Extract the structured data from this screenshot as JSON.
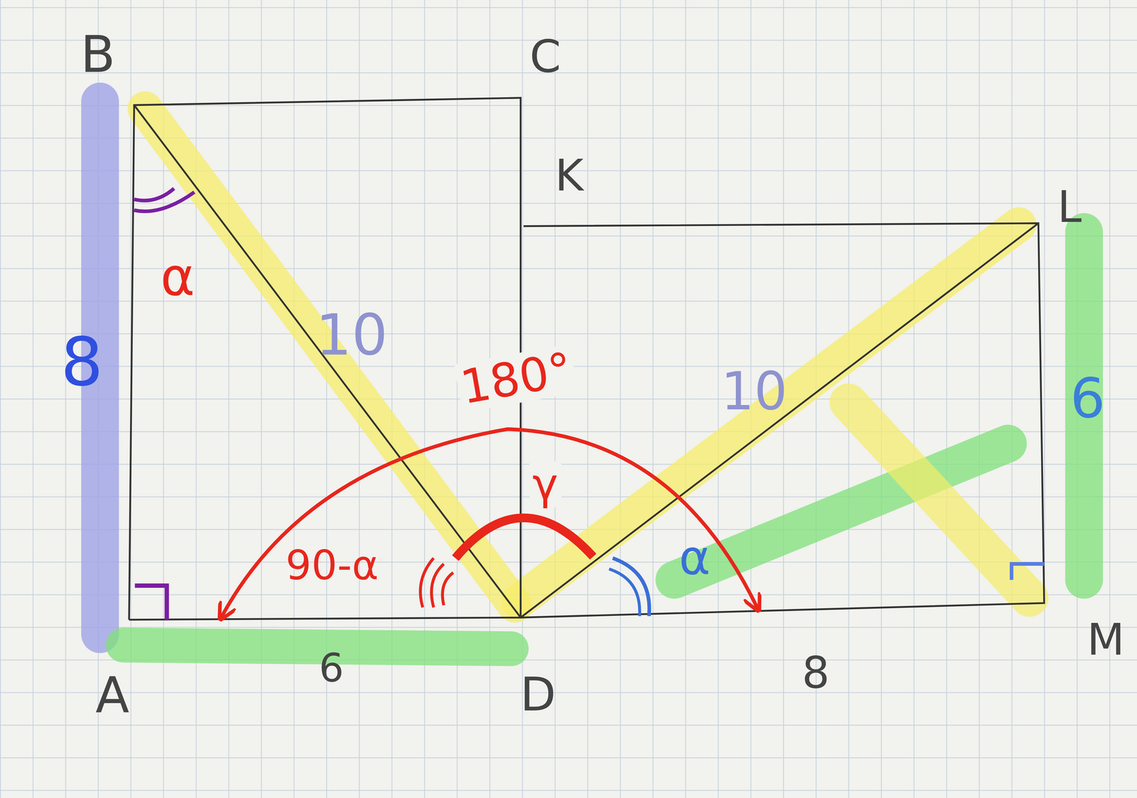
{
  "diagram": {
    "labels": [
      "B",
      "C",
      "K",
      "L",
      "A",
      "D",
      "M",
      "α",
      "8",
      "10",
      "10",
      "180°",
      "γ",
      "90-α",
      "α",
      "6",
      "6",
      "8"
    ]
  }
}
